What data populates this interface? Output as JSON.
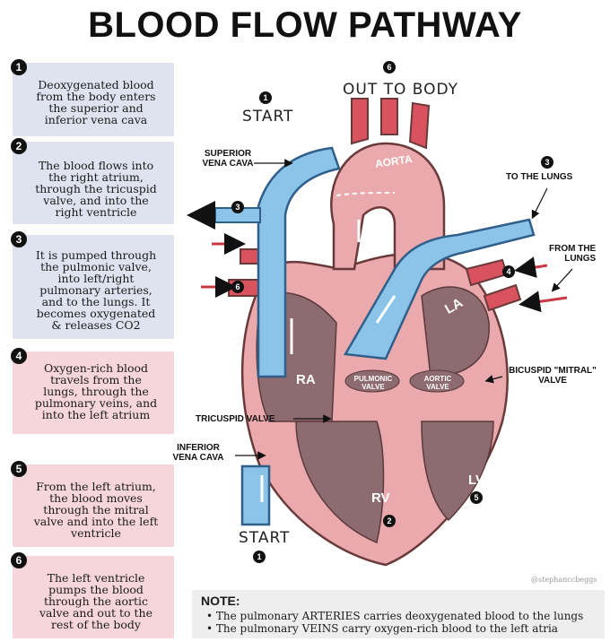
{
  "title": "BLOOD FLOW PATHWAY",
  "steps": [
    {
      "num": "1",
      "text": "Deoxygenated blood\nfrom the body enters\nthe superior and\ninferior vena cava"
    },
    {
      "num": "2",
      "text": "The blood flows into\nthe right atrium,\nthrough the tricuspid\nvalve, and into the\nright ventricle"
    },
    {
      "num": "3",
      "text": "It is pumped through\nthe pulmonic valve,\ninto left/right\npulmonary arteries,\nand to the lungs. It\nbecomes oxygenated\n& releases CO2"
    },
    {
      "num": "4",
      "text": "Oxygen-rich blood\ntravels from the\nlungs, through the\npulmonary veins, and\ninto the left atrium"
    },
    {
      "num": "5",
      "text": "From the left atrium,\nthe blood moves\nthrough the mitral\nvalve and into the left\nventricle"
    },
    {
      "num": "6",
      "text": "The left ventricle\npumps the blood\nthrough the aortic\nvalve and out to the\nrest of the body"
    }
  ],
  "labels": {
    "start_top": "START",
    "start_bottom": "START",
    "out_to_body": "OUT TO BODY",
    "superior_vena_cava": "SUPERIOR\nVENA CAVA",
    "inferior_vena_cava": "INFERIOR\nVENA CAVA",
    "to_the_lungs": "TO THE LUNGS",
    "from_the_lungs": "FROM THE\nLUNGS",
    "bicuspid_valve": "BICUSPID \"MITRAL\"\nVALVE",
    "tricuspid_valve": "TRICUSPID VALVE",
    "aorta": "AORTA",
    "ra": "RA",
    "la": "LA",
    "rv": "RV",
    "lv": "LV",
    "pulmonic_valve": "PULMONIC\nVALVE",
    "aortic_valve": "AORTIC\nVALVE"
  },
  "markers": {
    "m1_top": "1",
    "m1_bottom": "1",
    "m2": "2",
    "m3_label": "3",
    "m3_arrow": "3",
    "m4": "4",
    "m5": "5",
    "m6_top": "6",
    "m6_arrow": "6"
  },
  "note": {
    "title": "NOTE:",
    "line1": "• The pulmonary ARTERIES carries deoxygenated blood to the lungs",
    "line2": "• The pulmonary VEINS carry oxygen-rich blood to the left atria"
  },
  "credit": "@stephanccbeggs",
  "colors": {
    "blue_box": "#dfe3ef",
    "pink_box": "#f6d6da",
    "heart_pink": "#e9a9ad",
    "vessel_blue": "#8cc3e8",
    "vessel_red": "#d9535e"
  }
}
